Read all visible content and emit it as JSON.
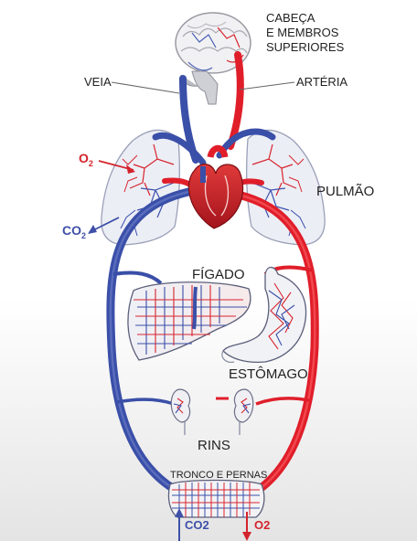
{
  "labels": {
    "head_line1": "CABEÇA",
    "head_line2": "E MEMBROS",
    "head_line3": "SUPERIORES",
    "vein": "VEIA",
    "artery": "ARTÉRIA",
    "o2_lungs": "O",
    "o2_lungs_sub": "2",
    "co2_lungs": "CO",
    "co2_lungs_sub": "2",
    "lungs": "PULMÃO",
    "liver": "FÍGADO",
    "stomach": "ESTÔMAGO",
    "kidneys": "RINS",
    "trunk_legs": "TRONCO E PERNAS",
    "co2_bottom": "CO2",
    "o2_bottom": "O2"
  },
  "colors": {
    "arterial_red": "#e01e2a",
    "venous_blue": "#3a4fa8",
    "label_text": "#222222",
    "o2_label": "#d3232c",
    "co2_label": "#3e50a8"
  }
}
